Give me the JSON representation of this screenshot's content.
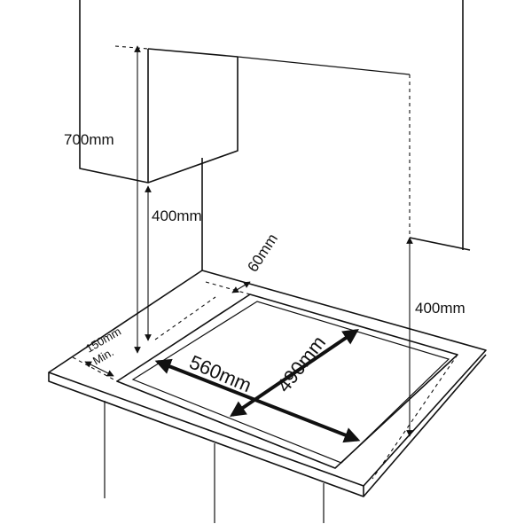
{
  "labels": {
    "hood_height": "700mm",
    "min_clearance_left": "400mm",
    "min_clearance_right": "400mm",
    "rear_gap": "60mm",
    "front_gap_value": "150mm",
    "front_gap_note": "Min.",
    "cutout_width": "560mm",
    "cutout_depth": "490mm"
  }
}
